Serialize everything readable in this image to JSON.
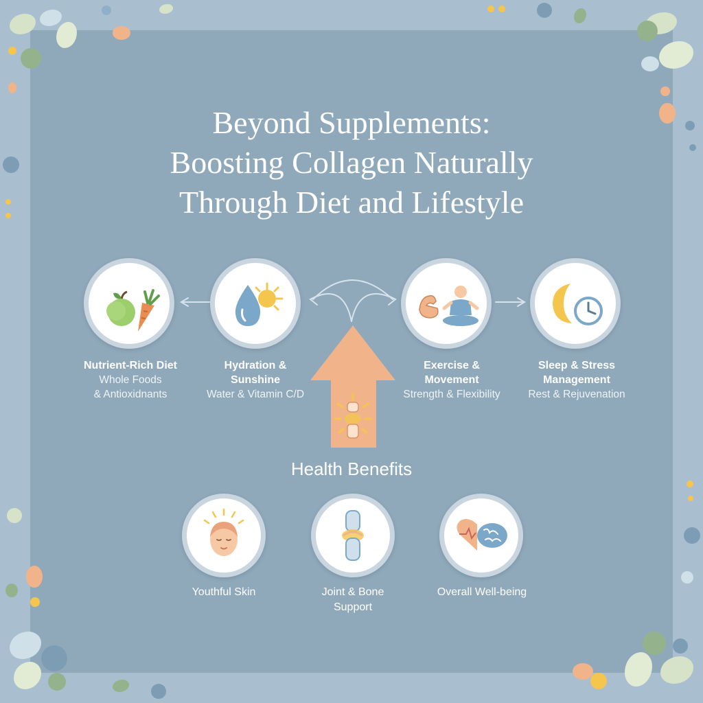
{
  "title": {
    "line1": "Beyond Supplements:",
    "line2": "Boosting Collagen Naturally",
    "line3": "Through Diet and Lifestyle"
  },
  "factors": [
    {
      "name_line1": "Nutrient-Rich Diet",
      "name_line2": "",
      "sub_line1": "Whole Foods",
      "sub_line2": "& Antioxidnants",
      "icon": "apple-carrot-icon"
    },
    {
      "name_line1": "Hydration &",
      "name_line2": "Sunshine",
      "sub_line1": "Water & Vitamin C/D",
      "sub_line2": "",
      "icon": "water-sun-icon"
    },
    {
      "name_line1": "Exercise &",
      "name_line2": "Movement",
      "sub_line1": "Strength & Flexibility",
      "sub_line2": "",
      "icon": "exercise-icon"
    },
    {
      "name_line1": "Sleep & Stress",
      "name_line2": "Management",
      "sub_line1": "Rest & Rejuvenation",
      "sub_line2": "",
      "icon": "moon-clock-icon"
    }
  ],
  "section_title": "Health Benefits",
  "benefits": [
    {
      "line1": "Youthful Skin",
      "line2": "",
      "icon": "face-icon"
    },
    {
      "line1": "Joint & Bone",
      "line2": "Support",
      "icon": "joint-icon"
    },
    {
      "line1": "Overall Well-being",
      "line2": "",
      "icon": "heart-brain-icon"
    }
  ],
  "colors": {
    "panel": "#8fa9bb",
    "border": "#a9bfcf",
    "arrow": "#f1b48a",
    "green": "#8fbf6a",
    "orange": "#e98d52",
    "blue": "#7ba7c9",
    "yellow": "#f5c64d"
  }
}
